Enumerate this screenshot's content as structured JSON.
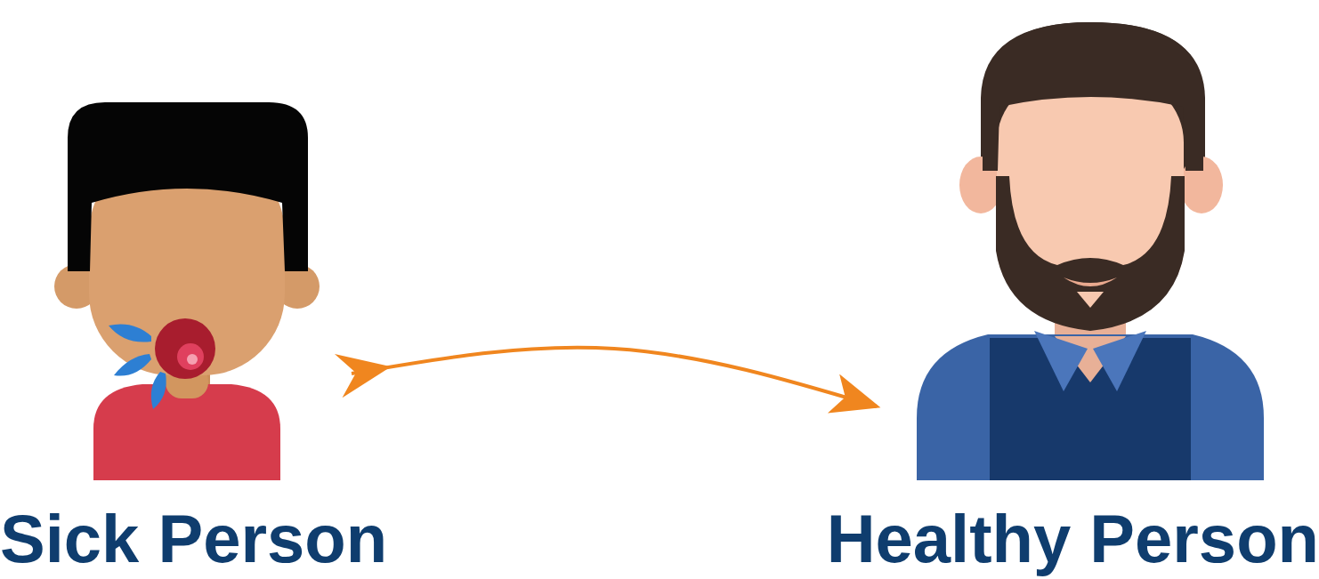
{
  "diagram": {
    "nodes": [
      {
        "text": [
          "Sick Person"
        ]
      },
      {
        "text": [
          "Healthy Person"
        ]
      }
    ],
    "edges": [
      {
        "from": 0,
        "to": 1,
        "arrow": "to"
      }
    ]
  }
}
